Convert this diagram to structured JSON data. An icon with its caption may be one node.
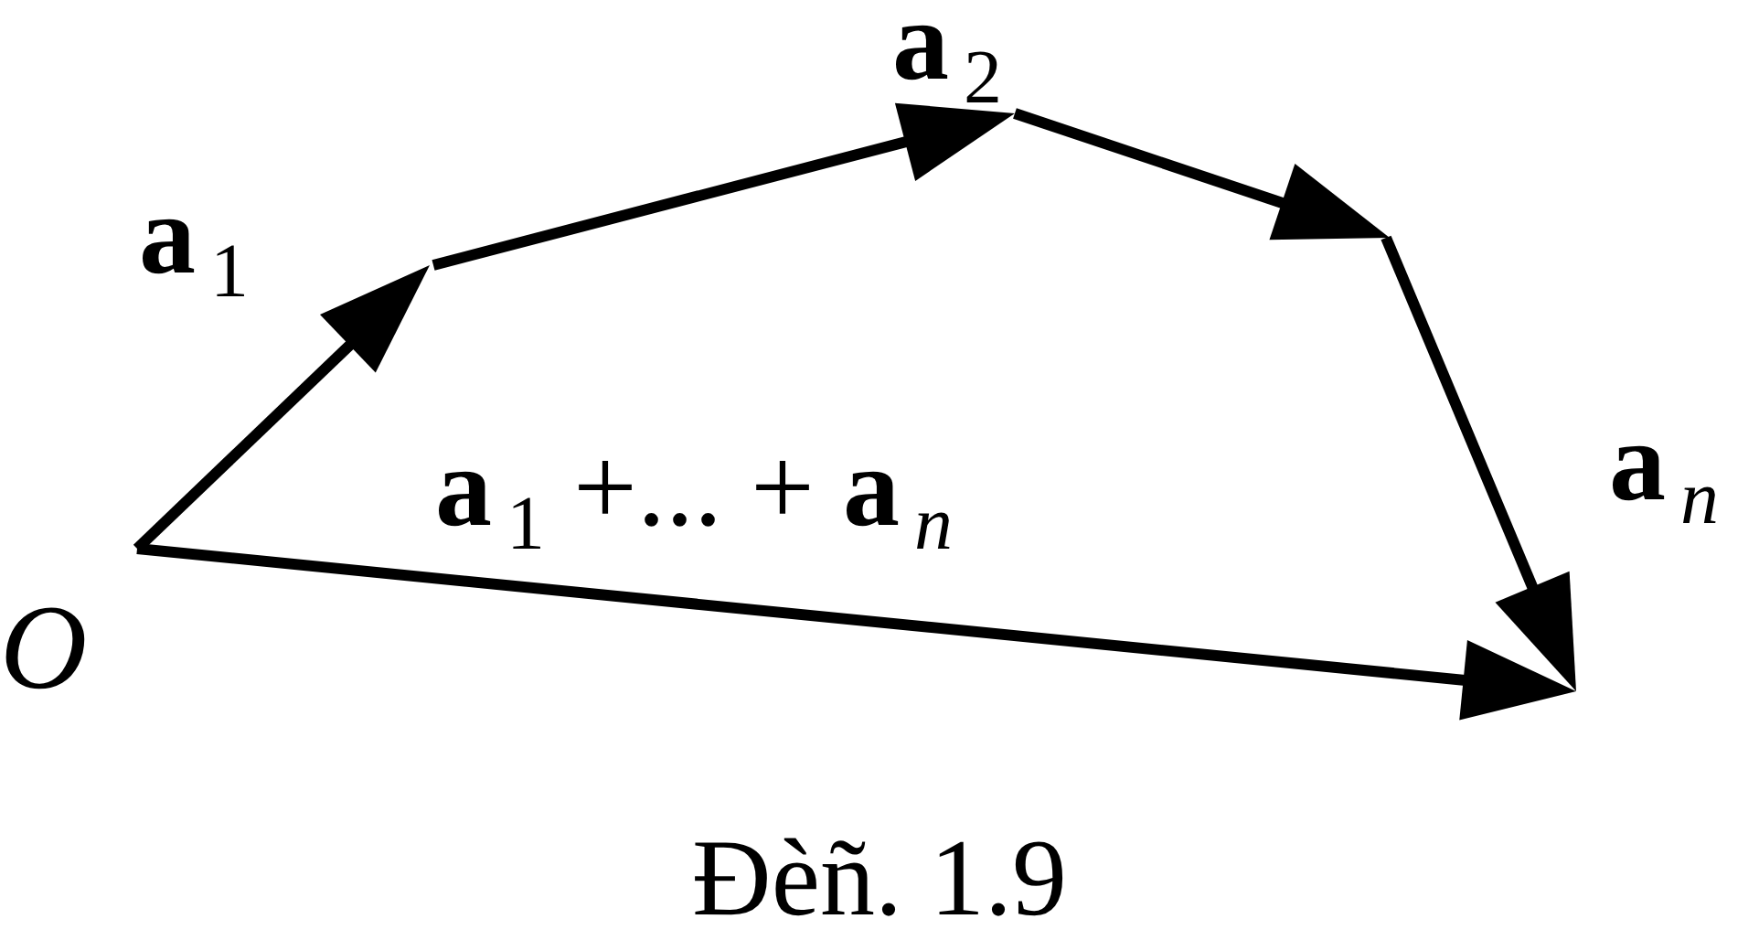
{
  "diagram": {
    "caption": "Đèñ. 1.9",
    "labels": [
      "**a**$_{2}$",
      "**a**$_{1}$",
      "**a**$_{n}$",
      "**a**$_{1}$ +... + **a**$_{n}$",
      "O"
    ]
  }
}
